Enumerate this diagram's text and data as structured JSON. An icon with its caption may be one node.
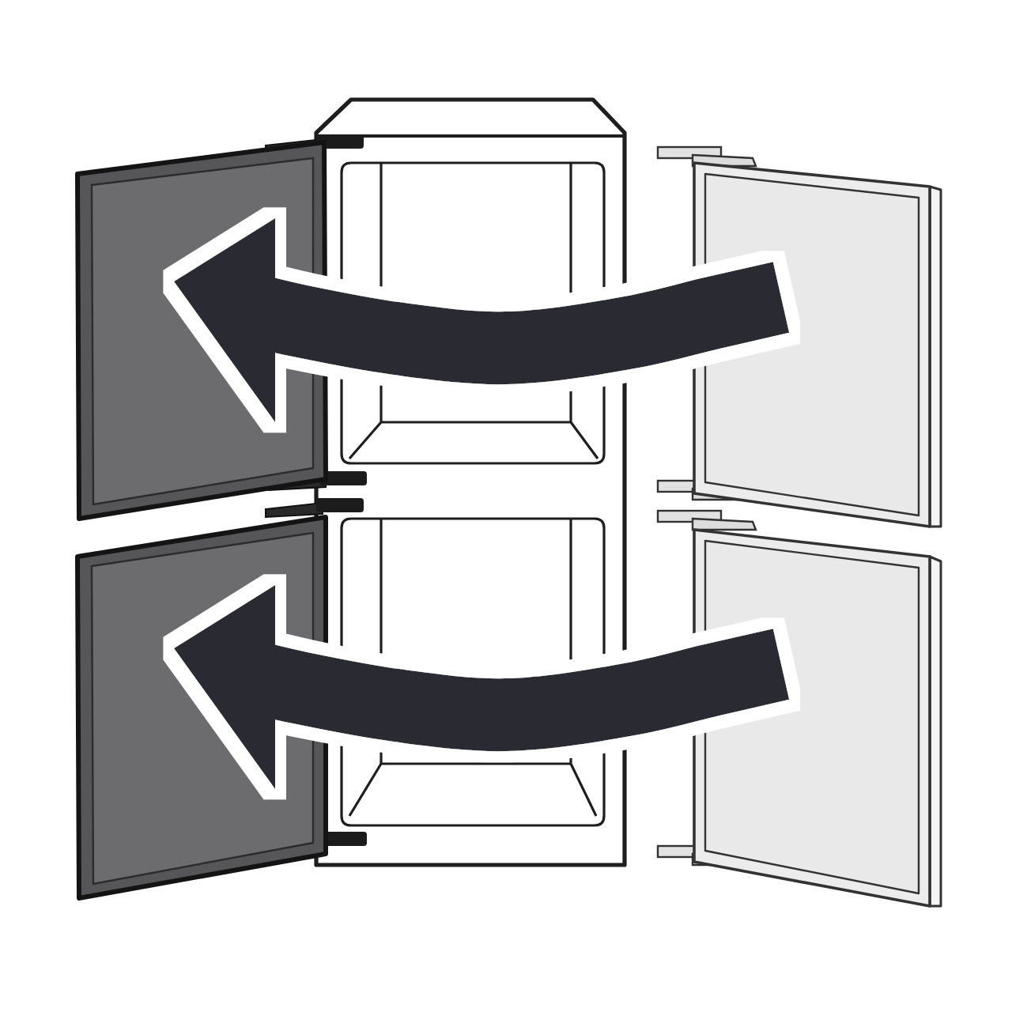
{
  "diagram": {
    "nodes": [
      {
        "text": [],
        "shape": "picture"
      },
      {
        "text": [],
        "shape": "picture"
      },
      {
        "text": [],
        "shape": "picture"
      },
      {
        "text": [],
        "shape": "picture"
      }
    ],
    "edges": [
      {
        "from": 1,
        "to": 0,
        "arrow": "to"
      },
      {
        "from": 3,
        "to": 2,
        "arrow": "to"
      }
    ]
  }
}
